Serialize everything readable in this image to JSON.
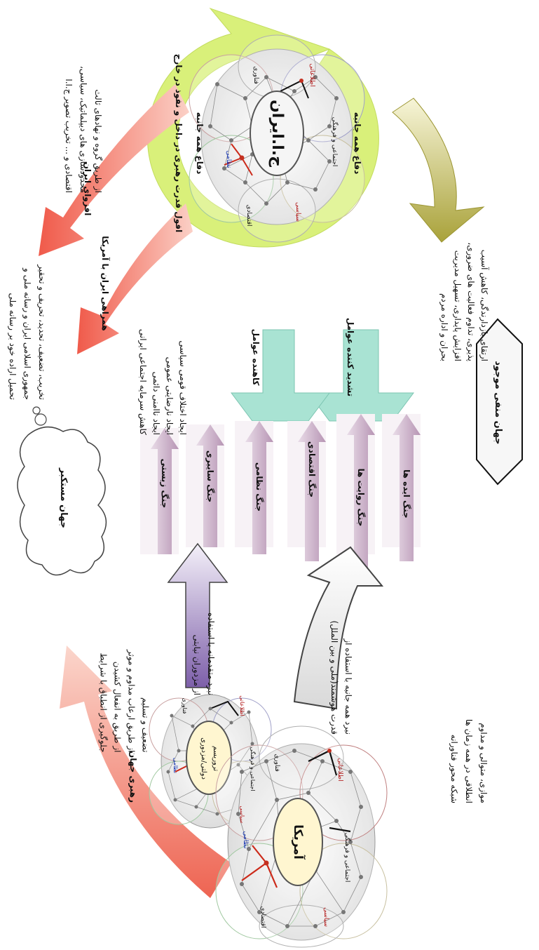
{
  "iran": {
    "center": "ج.ا.ایران",
    "ring_top": "دفاع همه جانبه",
    "ring_bottom": "دفاع همه جانبه",
    "petals": [
      "اجتماعی و فرهنگی",
      "اطلاعاتی",
      "نظامی",
      "سیاسی",
      "اقتصادی",
      "فناوری"
    ]
  },
  "america": {
    "center": "آمریکا",
    "petals": [
      "اجتماعی و فرهنگی",
      "اطلاعاتی",
      "نظامی",
      "سیاسی",
      "اقتصادی",
      "فناوری"
    ]
  },
  "proxy": {
    "center_line1": "تروریسم",
    "center_line2": "دولتی/مزدوری",
    "petals": [
      "اطلاعاتی",
      "فناوری",
      "نظامی",
      "اجتماعی و فرهنگی",
      "سیاسی"
    ]
  },
  "world_now": {
    "label": "جهان منفی موجود"
  },
  "world_arrogant": {
    "label": "جهان مستکبر"
  },
  "defense_outcomes": [
    "ارتقای بازدارندگی، کاهش آسیب",
    "پذیری، تداوم فعالیت های ضروری،",
    "افزایش پایداری، تسهیل مدیریت",
    "بحران و اداره مردم"
  ],
  "factors": {
    "reducing": "کاهنده عوامل",
    "intensifying": "تشدید کننده عوامل",
    "list": [
      "ایجاد اختلاف قومی سیاسی",
      "ایجاد نارضایتی عمومی",
      "ایجاد ناامنی دائمی",
      "کاهش سرمایه اجتماعی ایرانی"
    ]
  },
  "wars": [
    "جنگ ایده ها",
    "جنگ روایت ها",
    "جنگ اقتصادی",
    "جنگ نظامی",
    "جنگ سایبری",
    "جنگ زیستی"
  ],
  "iran_power_arrow": "افول قدرت رهبری در داخل و نفوذ در خارج",
  "iran_power_label": "افزوای ایران",
  "iran_influence_lines": [
    "از طریق گروه و نهادهای ثالث",
    "محدودسازی های دیپلماتیک، سیاسی،",
    "اقتصادی و ... تخریب تصویر ج.ا.ا"
  ],
  "realign_arrow": "همراهی ایران با آمریکا",
  "realign_lines": [
    "تخریب، تضعیف، تحدید، تحریف و تحقیر",
    "جمهوری اسلامی ایران و رسانه ملی و",
    "تحمیل اراده خود بر رسانه ملی"
  ],
  "leadership_arrow": "رهبری جهان",
  "network_lines": [
    "موازی، متوالی و مداوم",
    "انطلاقی در همه زمان ها",
    "شبکه محور فناورانه"
  ],
  "white_arrow": {
    "line1": "نبرد همه جانبه با استفاده از",
    "line2": "قدرت هوشمند(ملی و بین الملل)"
  },
  "purple_arrow": {
    "line1": "نبرد متقدمانه با استفاده",
    "line2": "از مزدوران نیابتی"
  },
  "surrender_lines": [
    "تضعیف و تسلیم",
    "از طریق ارعاب مداوم و موثر",
    "از طریق به انفعال کشیدن",
    "جلوگیری از انطباق با شرایط"
  ],
  "colors": {
    "ring_green": "#d9f07a",
    "olive_arrow": "#b7b244",
    "salmon_arrow": "#f2897a",
    "purple_arrow": "#c9aac6",
    "teal_arrow": "#a9e3d3",
    "violet_arrow": "#8e73b3",
    "hex_fill": "#f7f7f7"
  }
}
